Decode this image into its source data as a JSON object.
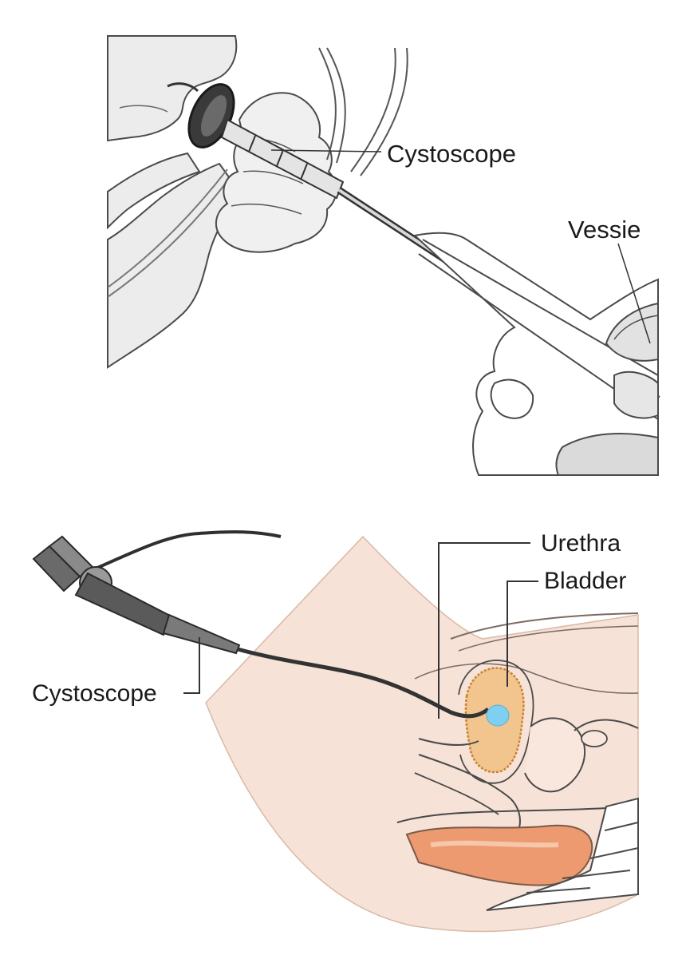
{
  "top_panel": {
    "labels": {
      "cystoscope": "Cystoscope",
      "bladder": "Vessie"
    }
  },
  "bottom_panel": {
    "labels": {
      "urethra": "Urethra",
      "bladder": "Bladder",
      "cystoscope": "Cystoscope"
    }
  },
  "colors": {
    "line": "#3a3a3a",
    "skin_top": "#ececec",
    "skin_bottom": "#f6e2d6",
    "bladder_fill": "#f2c48e",
    "bladder_outline": "#c9822e",
    "scope_tip": "#7fd0f0",
    "rectum": "#ee9a70"
  }
}
